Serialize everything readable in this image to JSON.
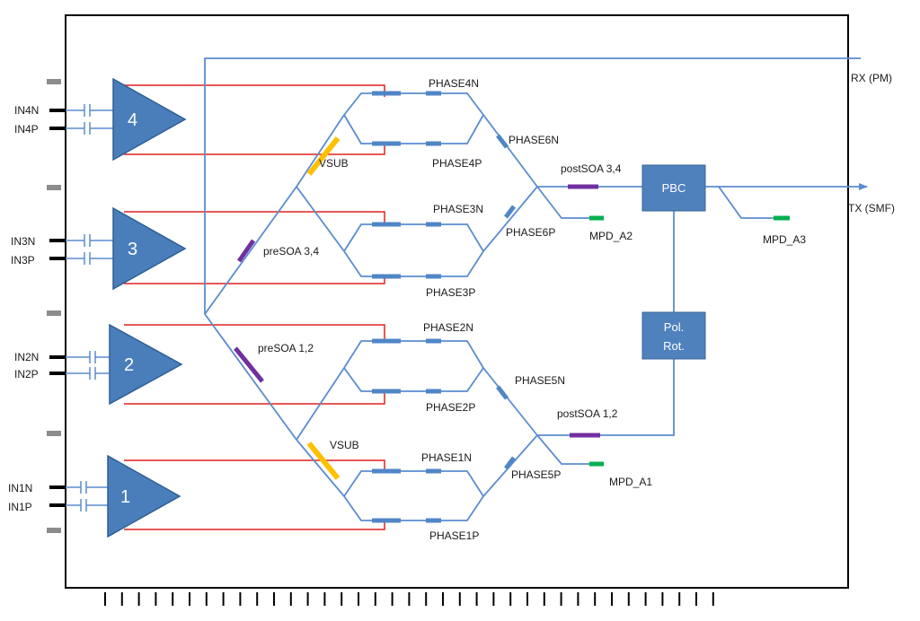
{
  "colors": {
    "waveguide": "#5b8ccf",
    "rf": "#e02020",
    "amp_fill": "#4a7ebb",
    "amp_stroke": "#2e5f95",
    "segment": "#4f86c6",
    "soa": "#7030a0",
    "vsub": "#ffc000",
    "monitor": "#00b050",
    "pin": "#000000",
    "side_pin": "#8c8c8c",
    "box_fill": "#4f81bd"
  },
  "amplifiers": [
    "4",
    "3",
    "2",
    "1"
  ],
  "inputs": {
    "in4n": "IN4N",
    "in4p": "IN4P",
    "in3n": "IN3N",
    "in3p": "IN3P",
    "in2n": "IN2N",
    "in2p": "IN2P",
    "in1n": "IN1N",
    "in1p": "IN1P"
  },
  "phases": {
    "p4n": "PHASE4N",
    "p4p": "PHASE4P",
    "p3n": "PHASE3N",
    "p3p": "PHASE3P",
    "p2n": "PHASE2N",
    "p2p": "PHASE2P",
    "p1n": "PHASE1N",
    "p1p": "PHASE1P",
    "p6n": "PHASE6N",
    "p6p": "PHASE6P",
    "p5n": "PHASE5N",
    "p5p": "PHASE5P"
  },
  "soa": {
    "pre34": "preSOA 3,4",
    "pre12": "preSOA 1,2",
    "post34": "postSOA 3,4",
    "post12": "postSOA 1,2"
  },
  "vsub": {
    "top": "VSUB",
    "bottom": "VSUB"
  },
  "monitors": {
    "a1": "MPD_A1",
    "a2": "MPD_A2",
    "a3": "MPD_A3"
  },
  "blocks": {
    "pbc": "PBC",
    "polrot_line1": "Pol.",
    "polrot_line2": "Rot."
  },
  "ports": {
    "rx": "RX (PM)",
    "tx": "TX (SMF)"
  }
}
